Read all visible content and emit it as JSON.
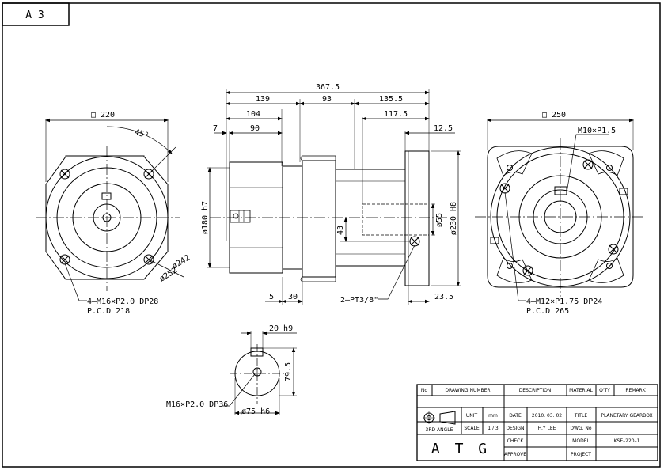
{
  "sheet": {
    "size_label": "A 3"
  },
  "input_view": {
    "square_size": "□ 220",
    "angle": "45°",
    "dia_242": "ø242",
    "dia_252": "ø252",
    "tap_note": "4–M16×P2.0  DP28",
    "pcd_note": "P.C.D  218"
  },
  "side_view": {
    "overall_length": "367.5",
    "seg_139": "139",
    "seg_93": "93",
    "seg_135_5": "135.5",
    "seg_104": "104",
    "seg_117_5": "117.5",
    "seg_7": "7",
    "seg_90": "90",
    "seg_12_5": "12.5",
    "dia_180": "ø180 h7",
    "dia_55": "ø55",
    "dia_230": "ø230 H8",
    "dim_43": "43",
    "dim_5": "5",
    "dim_30": "30",
    "dim_23_5": "23.5",
    "port_note": "2–PT3/8\""
  },
  "output_view": {
    "square_size": "□ 250",
    "thread_note": "M10×P1.5",
    "tap_note": "4–M12×P1.75  DP24",
    "pcd_note": "P.C.D  265"
  },
  "shaft_view": {
    "key_width": "20 h9",
    "height": "79.5",
    "tap_note": "M16×P2.0  DP36",
    "diameter": "ø75 h6"
  },
  "title_block": {
    "headers": {
      "no": "No",
      "drawing_number": "DRAWING  NUMBER",
      "description": "DESCRIPTION",
      "material": "MATERIAL",
      "qty": "Q'TY",
      "remark": "REMARK"
    },
    "projection": "3RD ANGLE",
    "unit_label": "UNIT",
    "unit_value": "mm",
    "scale_label": "SCALE",
    "scale_value": "1 / 3",
    "date_label": "DATE",
    "date_value": "2010. 03. 02",
    "design_label": "DESIGN",
    "design_value": "H.Y LEE",
    "check_label": "CHECK",
    "approve_label": "APPROVE",
    "title_label": "TITLE",
    "title_value": "PLANETARY  GEARBOX",
    "dwg_no_label": "DWG. No",
    "model_label": "MODEL",
    "model_value": "KSE–220–1",
    "project_label": "PROJECT",
    "company": "A T G"
  }
}
